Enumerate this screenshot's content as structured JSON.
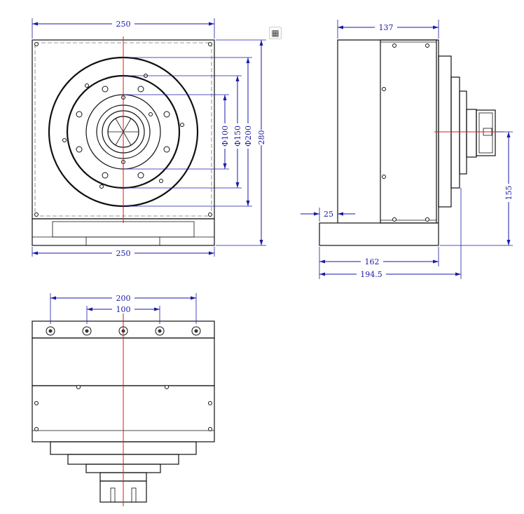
{
  "dimensions": {
    "front_width_top": "250",
    "front_width_bottom": "250",
    "front_height": "280",
    "dia_100": "Φ100",
    "dia_150": "Φ150",
    "dia_200": "Φ200",
    "side_top_width": "137",
    "side_base_offset": "25",
    "side_center_height": "155",
    "side_base_length": "162",
    "side_overall_length": "194.5",
    "top_hole_span_outer": "200",
    "top_hole_span_inner": "100"
  },
  "toolbar": {
    "fit_icon_glyph": "▦"
  },
  "colors": {
    "dimension": "#1a1aa8",
    "centerline": "#e0141e",
    "outline": "#111111"
  }
}
